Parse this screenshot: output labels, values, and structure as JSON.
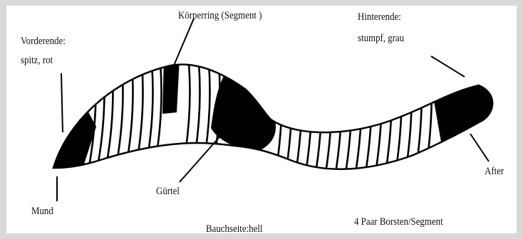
{
  "labels": {
    "vorderende_title": "Vorderende:",
    "vorderende_desc": "spitz, rot",
    "koerperring": "Körperring  (Segment )",
    "hinterende_title": "Hinterende:",
    "hinterende_desc": "stumpf, grau",
    "guertel": "Gürtel",
    "after": "After",
    "mund": "Mund",
    "bauchseite": "Bauchseite:hell",
    "borsten": "4 Paar Borsten/Segment"
  },
  "colors": {
    "ink": "#000000",
    "body": "#ffffff",
    "frame": "#d9d9d9"
  }
}
